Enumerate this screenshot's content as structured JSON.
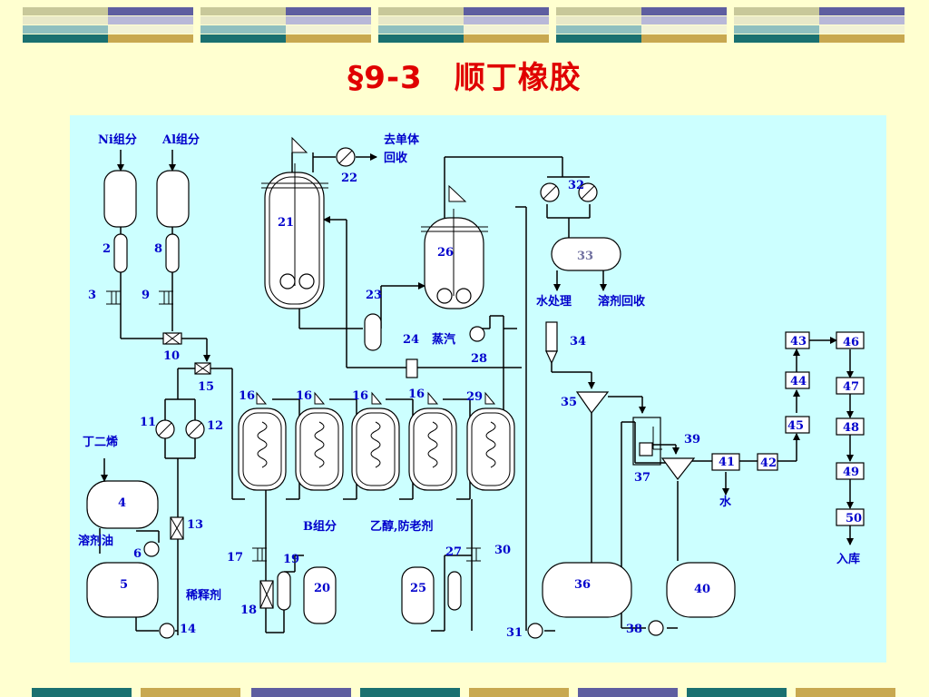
{
  "title": "§9-3　顺丁橡胶",
  "colors": {
    "background": "#FFFFD0",
    "panel": "#CCFFFF",
    "title": "#E00000",
    "label": "#0000CC",
    "line": "#000000"
  },
  "labels": {
    "ni": "Ni组分",
    "al": "Al组分",
    "monomer_recovery_1": "去单体",
    "monomer_recovery_2": "回收",
    "water_treatment": "水处理",
    "solvent_recovery": "溶剂回收",
    "steam": "蒸汽",
    "butadiene": "丁二烯",
    "solvent_oil": "溶剂油",
    "diluent": "稀释剂",
    "b_component": "B组分",
    "ethanol_antiox": "乙醇,防老剂",
    "water": "水",
    "storage": "入库"
  },
  "numbers": {
    "n2": "2",
    "n3": "3",
    "n4": "4",
    "n5": "5",
    "n6": "6",
    "n8": "8",
    "n9": "9",
    "n10": "10",
    "n11": "11",
    "n12": "12",
    "n13": "13",
    "n14": "14",
    "n15": "15",
    "n16": "16",
    "n17": "17",
    "n18": "18",
    "n19": "19",
    "n20": "20",
    "n21": "21",
    "n22": "22",
    "n23": "23",
    "n24": "24",
    "n25": "25",
    "n26": "26",
    "n27": "27",
    "n28": "28",
    "n29": "29",
    "n30": "30",
    "n31": "31",
    "n32": "32",
    "n33": "33",
    "n34": "34",
    "n35": "35",
    "n36": "36",
    "n37": "37",
    "n38": "38",
    "n39": "39",
    "n40": "40",
    "n41": "41",
    "n42": "42",
    "n43": "43",
    "n44": "44",
    "n45": "45",
    "n46": "46",
    "n47": "47",
    "n48": "48",
    "n49": "49",
    "n50": "50"
  }
}
